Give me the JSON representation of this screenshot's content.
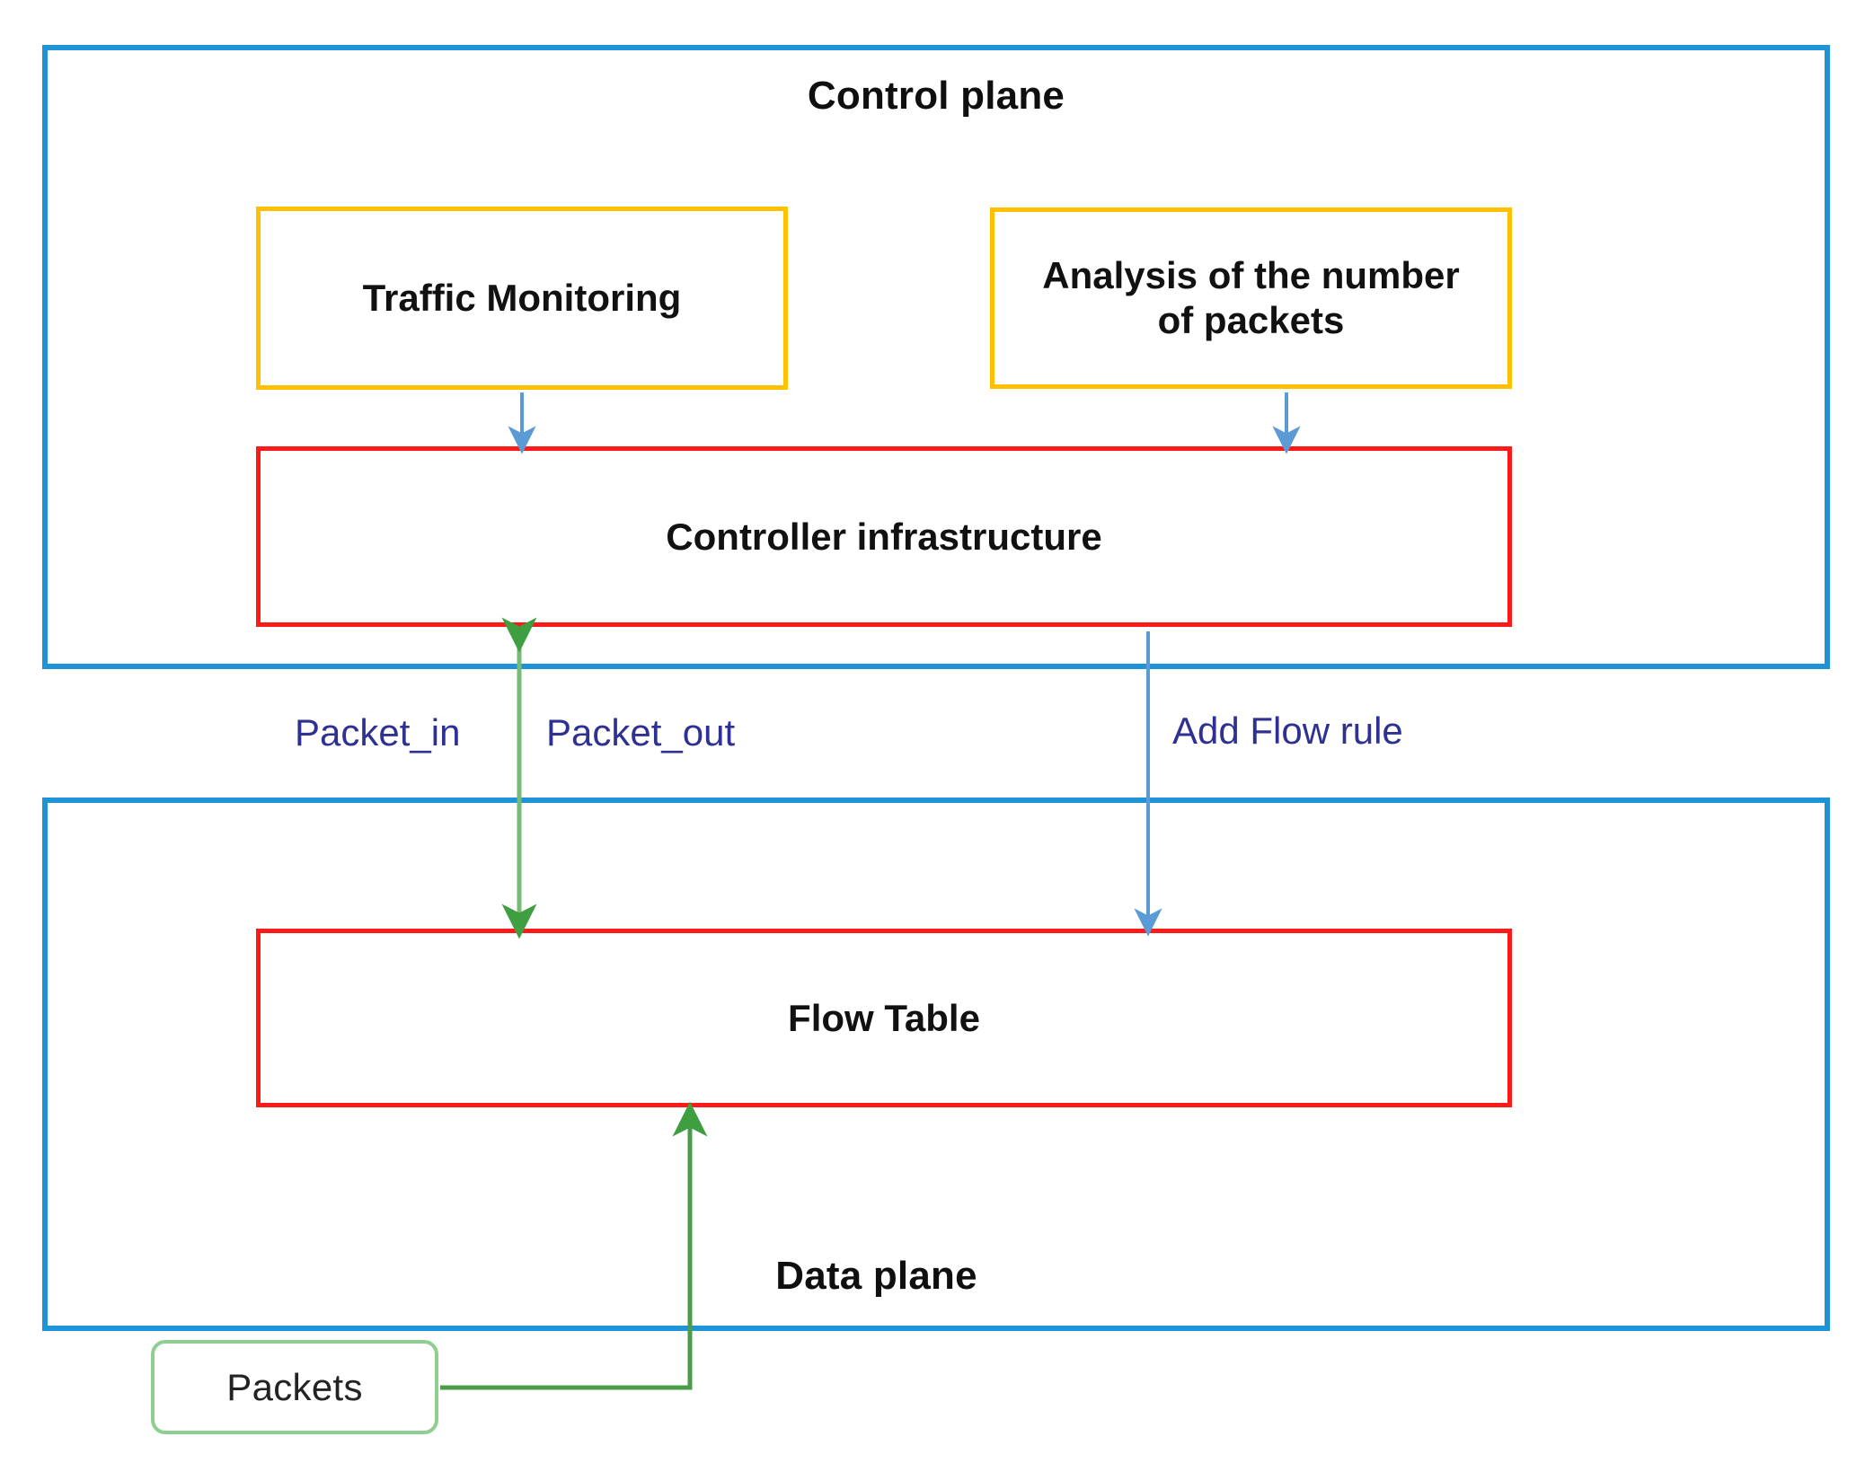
{
  "diagram": {
    "title_control_plane": "Control plane",
    "title_data_plane": "Data plane",
    "colors": {
      "plane_border": "#1f93d8",
      "module_border": "#ffc000",
      "core_border": "#ff1a1a",
      "packets_border": "#8fce91",
      "blue_arrow": "#5b9bd5",
      "green_arrow": "#4ea64e",
      "label_text": "#2e3192",
      "node_text": "#111111"
    }
  },
  "nodes": {
    "traffic_monitoring": "Traffic Monitoring",
    "analysis_of_packets_line1": "Analysis of the number",
    "analysis_of_packets_line2": "of packets",
    "controller_infrastructure": "Controller infrastructure",
    "flow_table": "Flow Table",
    "packets": "Packets"
  },
  "edges": {
    "packet_in": "Packet_in",
    "packet_out": "Packet_out",
    "add_flow_rule": "Add Flow rule"
  }
}
